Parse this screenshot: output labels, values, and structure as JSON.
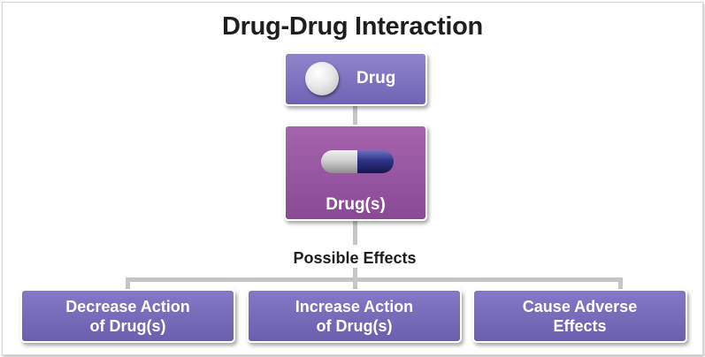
{
  "diagram": {
    "title": "Drug-Drug Interaction",
    "nodes": {
      "drug": "Drug",
      "drugs": "Drug(s)"
    },
    "connector_label": "Possible Effects",
    "effects": [
      {
        "label": "Decrease Action\nof Drug(s)"
      },
      {
        "label": "Increase Action\nof Drug(s)"
      },
      {
        "label": "Cause Adverse\nEffects"
      }
    ],
    "edges": [
      {
        "from": "drug",
        "to": "drugs"
      },
      {
        "from": "drugs",
        "to": "effects.0"
      },
      {
        "from": "drugs",
        "to": "effects.1"
      },
      {
        "from": "drugs",
        "to": "effects.2"
      }
    ],
    "colors": {
      "drug_box": "#7a6fbf",
      "drugs_box": "#9a56a3",
      "effect_box": "#766bbb",
      "connector": "#c6c6c6",
      "capsule_dark": "#2c2f7d",
      "capsule_light": "#c8c8c8"
    },
    "icons": {
      "drug": "round-pill-icon",
      "drugs": "capsule-icon"
    }
  }
}
